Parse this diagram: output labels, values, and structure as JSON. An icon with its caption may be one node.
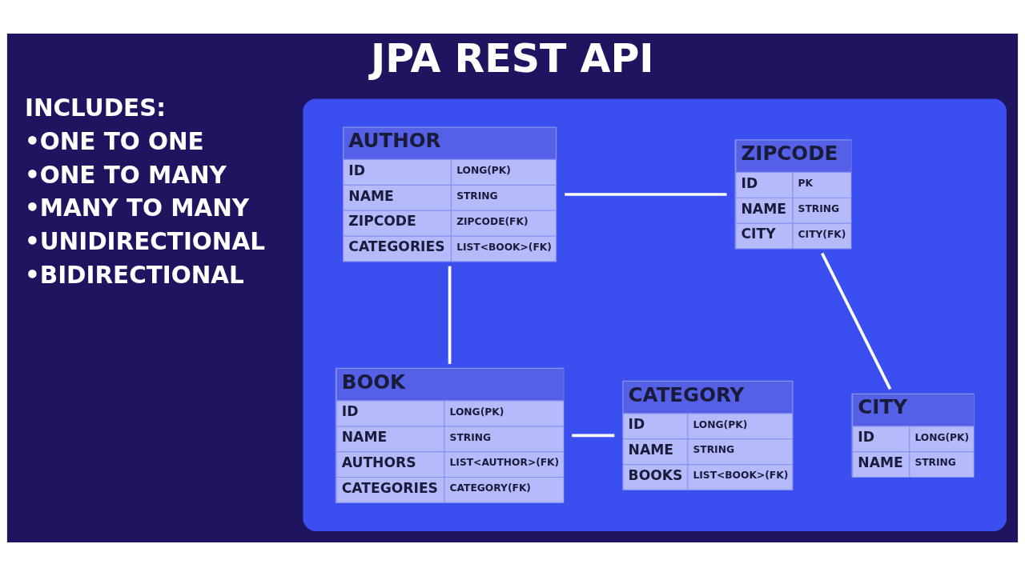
{
  "diagram": {
    "title": "JPA REST API",
    "nodes": [
      {
        "text": [],
        "shape": "box"
      },
      {
        "text": [
          "AUTHOR",
          "ID",
          "LONG(PK)",
          "NAME",
          "STRING",
          "ZIPCODE",
          "ZIPCODE(FK)",
          "CATEGORIES",
          "LIST<BOOK>(FK)"
        ],
        "in": 0
      },
      {
        "text": [
          "ZIPCODE",
          "ID",
          "PK",
          "NAME",
          "STRING",
          "CITY",
          "CITY(FK)"
        ],
        "in": 0
      },
      {
        "text": [
          "BOOK",
          "ID",
          "LONG(PK)",
          "NAME",
          "STRING",
          "AUTHORS",
          "LIST<AUTHOR>(FK)",
          "CATEGORIES",
          "CATEGORY(FK)"
        ],
        "in": 0
      },
      {
        "text": [
          "CATEGORY",
          "ID",
          "LONG(PK)",
          "NAME",
          "STRING",
          "BOOKS",
          "LIST<BOOK>(FK)"
        ],
        "in": 0
      },
      {
        "text": [
          "CITY",
          "ID",
          "LONG(PK)",
          "NAME",
          "STRING"
        ],
        "in": 0
      }
    ],
    "edges": [
      {
        "from": 1,
        "to": 2,
        "arrow": "none"
      },
      {
        "from": 1,
        "to": 3,
        "arrow": "none"
      },
      {
        "from": 2,
        "to": 5,
        "arrow": "none"
      },
      {
        "from": 3,
        "to": 4,
        "arrow": "none"
      }
    ],
    "labels": [
      "INCLUDES:",
      "•ONE TO ONE",
      "•ONE TO MANY",
      "•MANY TO MANY",
      "•UNIDIRECTIONAL",
      "•BIDIRECTIONAL"
    ]
  }
}
